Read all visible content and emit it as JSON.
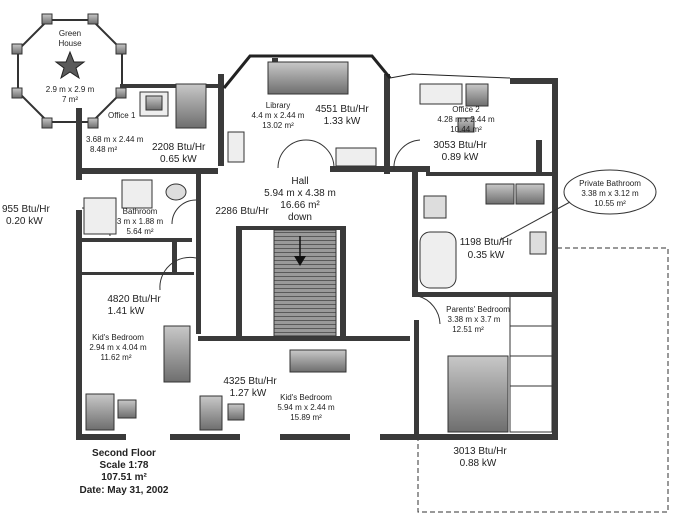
{
  "rooms": {
    "green_house": {
      "name_line1": "Green",
      "name_line2": "House",
      "size": "2.9 m x 2.9 m",
      "area": "7 m²"
    },
    "office1": {
      "name": "Office 1",
      "size": "3.68 m x 2.44 m",
      "area": "8.48 m²",
      "btu": "2208 Btu/Hr",
      "kw": "0.65 kW"
    },
    "library": {
      "name": "Library",
      "size": "4.4 m x 2.44 m",
      "area": "13.02 m²",
      "btu": "4551 Btu/Hr",
      "kw": "1.33 kW"
    },
    "office2": {
      "name": "Office 2",
      "size": "4.28 m x 2.44 m",
      "area": "10.44 m²",
      "btu": "3053 Btu/Hr",
      "kw": "0.89 kW"
    },
    "private_bathroom": {
      "name": "Private Bathroom",
      "size": "3.38 m x 3.12 m",
      "area": "10.55 m²"
    },
    "hall": {
      "name": "Hall",
      "size": "5.94 m x 4.38 m",
      "area": "16.66 m²",
      "stairs": "down",
      "btu": "2286 Btu/Hr"
    },
    "bathroom": {
      "name": "Bathroom",
      "size": "3 m x 1.88 m",
      "area": "5.64 m²",
      "btu": "955 Btu/Hr",
      "kw": "0.20 kW"
    },
    "private_bath_load": {
      "btu": "1198 Btu/Hr",
      "kw": "0.35 kW"
    },
    "kids_bedroom1": {
      "name": "Kid's Bedroom",
      "size": "2.94 m x 4.04 m",
      "area": "11.62 m²",
      "btu": "4820 Btu/Hr",
      "kw": "1.41 kW"
    },
    "kids_bedroom2": {
      "name": "Kid's Bedroom",
      "size": "5.94 m x 2.44 m",
      "area": "15.89 m²",
      "btu": "4325 Btu/Hr",
      "kw": "1.27 kW"
    },
    "parents_bedroom": {
      "name": "Parents' Bedroom",
      "size": "3.38 m x 3.7 m",
      "area": "12.51 m²",
      "btu": "3013 Btu/Hr",
      "kw": "0.88 kW"
    }
  },
  "footer": {
    "floor": "Second Floor",
    "scale": "Scale 1:78",
    "area": "107.51 m²",
    "date": "Date: May 31, 2002"
  },
  "colors": {
    "wall": "#3a3a3a",
    "furniture": "#8c8c8c",
    "line": "#222222"
  }
}
